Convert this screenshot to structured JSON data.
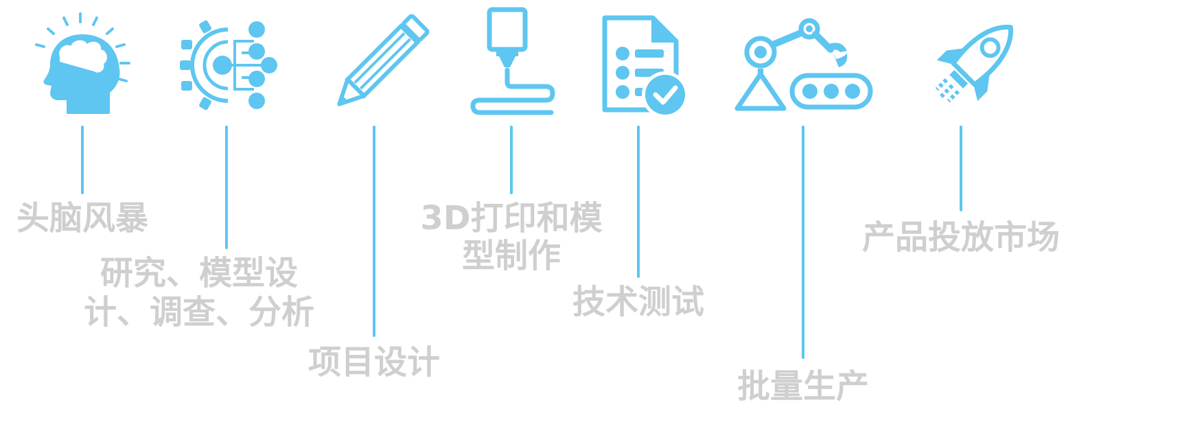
{
  "colors": {
    "icon": "#5ec6f0",
    "line": "#5ec6f0",
    "label": "#cfcfcf"
  },
  "steps": [
    {
      "icon": "brain-head-icon",
      "label": "头脑风暴"
    },
    {
      "icon": "gear-network-icon",
      "label_line1": "研究、模型设",
      "label_line2": "计、调查、分析"
    },
    {
      "icon": "pencil-icon",
      "label": "项目设计"
    },
    {
      "icon": "3d-printer-icon",
      "label_line1": "3D打印和模",
      "label_line2": "型制作"
    },
    {
      "icon": "checklist-document-icon",
      "label": "技术测试"
    },
    {
      "icon": "robot-arm-conveyor-icon",
      "label": "批量生产"
    },
    {
      "icon": "rocket-icon",
      "label": "产品投放市场"
    }
  ]
}
